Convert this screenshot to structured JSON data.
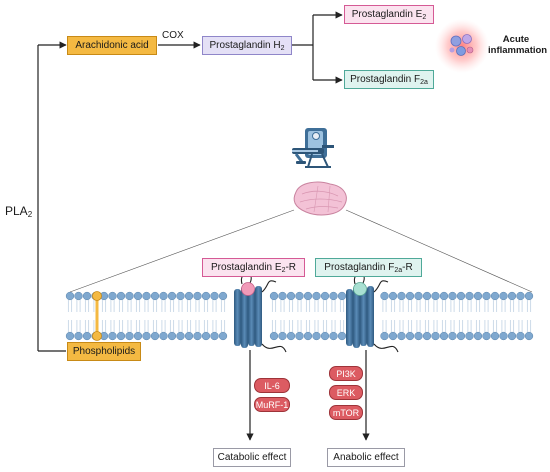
{
  "nodes": {
    "arachidonic_acid": "Arachidonic acid",
    "cox": "COX",
    "pgh2_base": "Prostaglandin H",
    "pgh2_sub": "2",
    "pge2_base": "Prostaglandin E",
    "pge2_sub": "2",
    "pgf2a_base": "Prostaglandin F",
    "pgf2a_sub": "2a",
    "acute_inflammation": "Acute inflammation",
    "pla2_base": "PLA",
    "pla2_sub": "2",
    "phospholipids": "Phospholipids",
    "receptor_e2_base": "Prostaglandin E",
    "receptor_e2_sub": "2",
    "receptor_e2_tail": "-R",
    "receptor_f2a_base": "Prostaglandin F",
    "receptor_f2a_sub": "2a",
    "receptor_f2a_tail": "-R",
    "il6": "IL-6",
    "murf1": "MuRF-1",
    "pi3k": "PI3K",
    "erk": "ERK",
    "mtor": "mTOR",
    "catabolic": "Catabolic effect",
    "anabolic": "Anabolic effect"
  },
  "colors": {
    "orange": "#f4b942",
    "purple": "#e4e0f6",
    "pink": "#fbe3ef",
    "teal": "#dff3ef",
    "pill": "#dc5b62",
    "membrane_head": "#7fa8cf",
    "receptor": "#3f6f98"
  },
  "icons": [
    "leg-extension-machine-icon",
    "muscle-tissue-icon",
    "inflamed-cells-icon",
    "cell-membrane-icon",
    "receptor-e2-icon",
    "receptor-f2a-icon"
  ]
}
